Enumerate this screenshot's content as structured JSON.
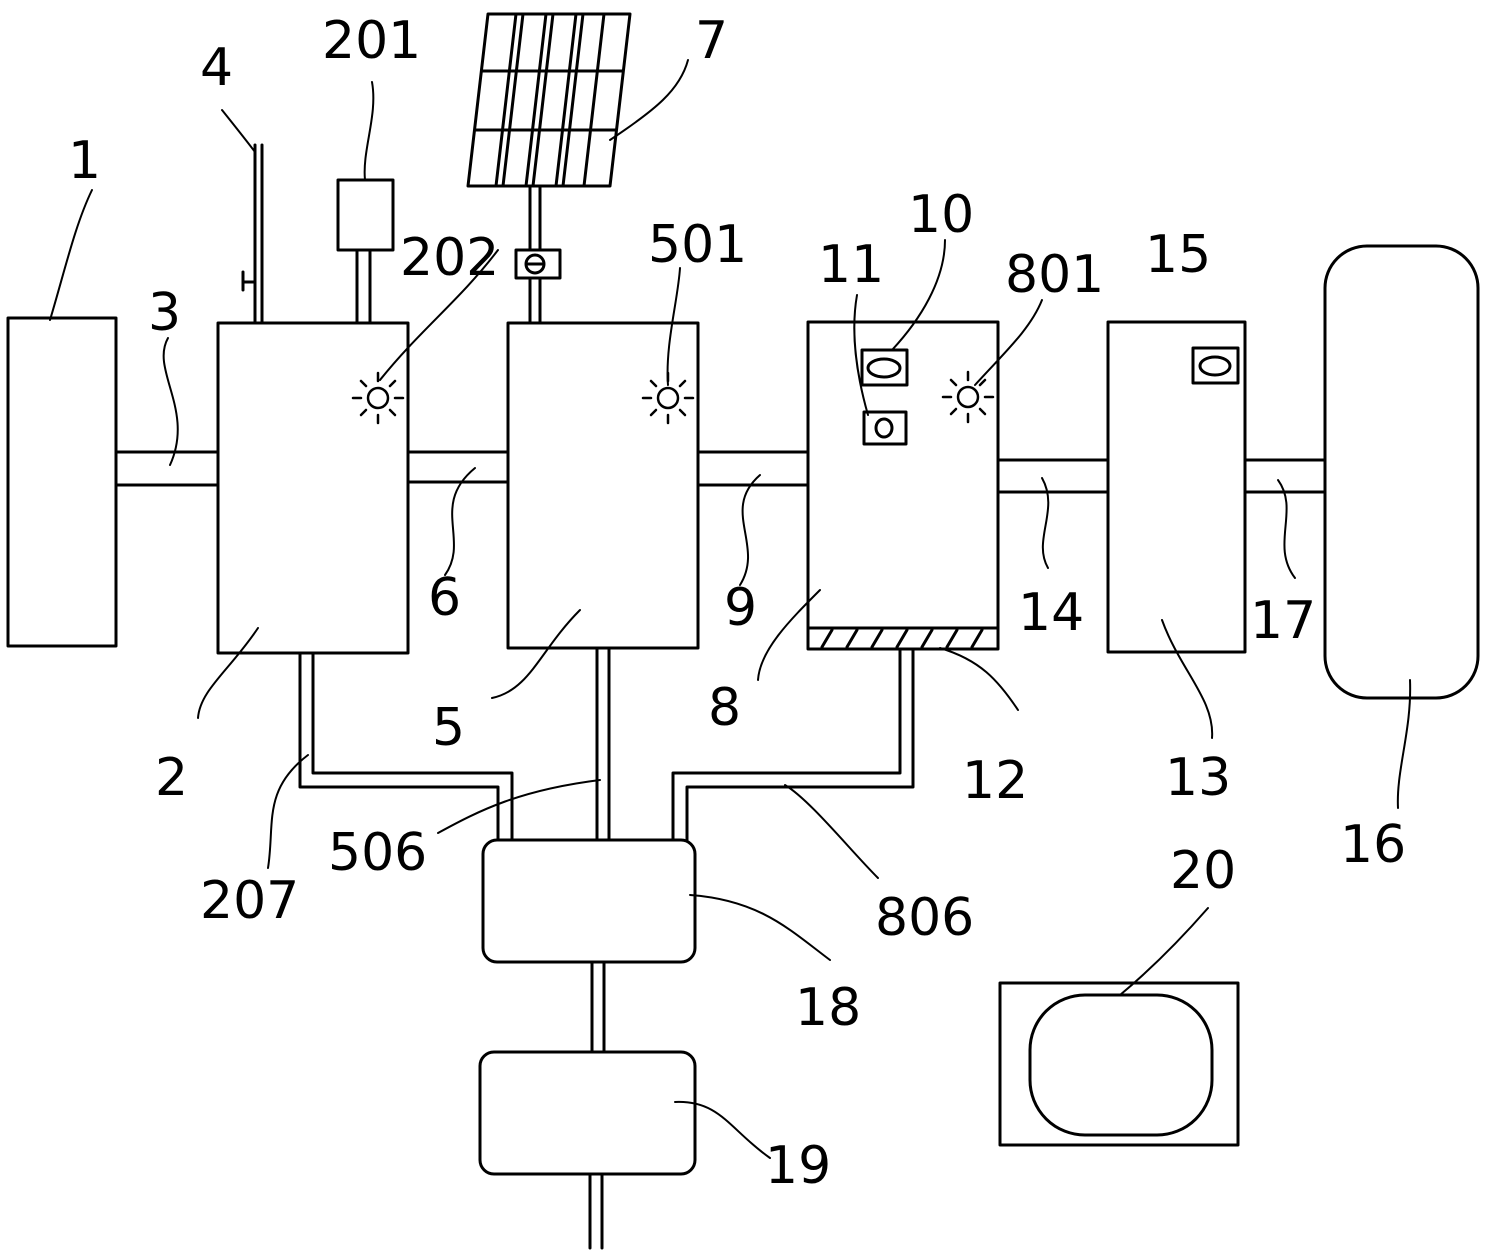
{
  "labels": {
    "l1": "1",
    "l2": "2",
    "l3": "3",
    "l4": "4",
    "l5": "5",
    "l6": "6",
    "l7": "7",
    "l8": "8",
    "l9": "9",
    "l10": "10",
    "l11": "11",
    "l12": "12",
    "l13": "13",
    "l14": "14",
    "l15": "15",
    "l16": "16",
    "l17": "17",
    "l18": "18",
    "l19": "19",
    "l20": "20",
    "l201": "201",
    "l202": "202",
    "l207": "207",
    "l501": "501",
    "l506": "506",
    "l801": "801",
    "l806": "806"
  }
}
